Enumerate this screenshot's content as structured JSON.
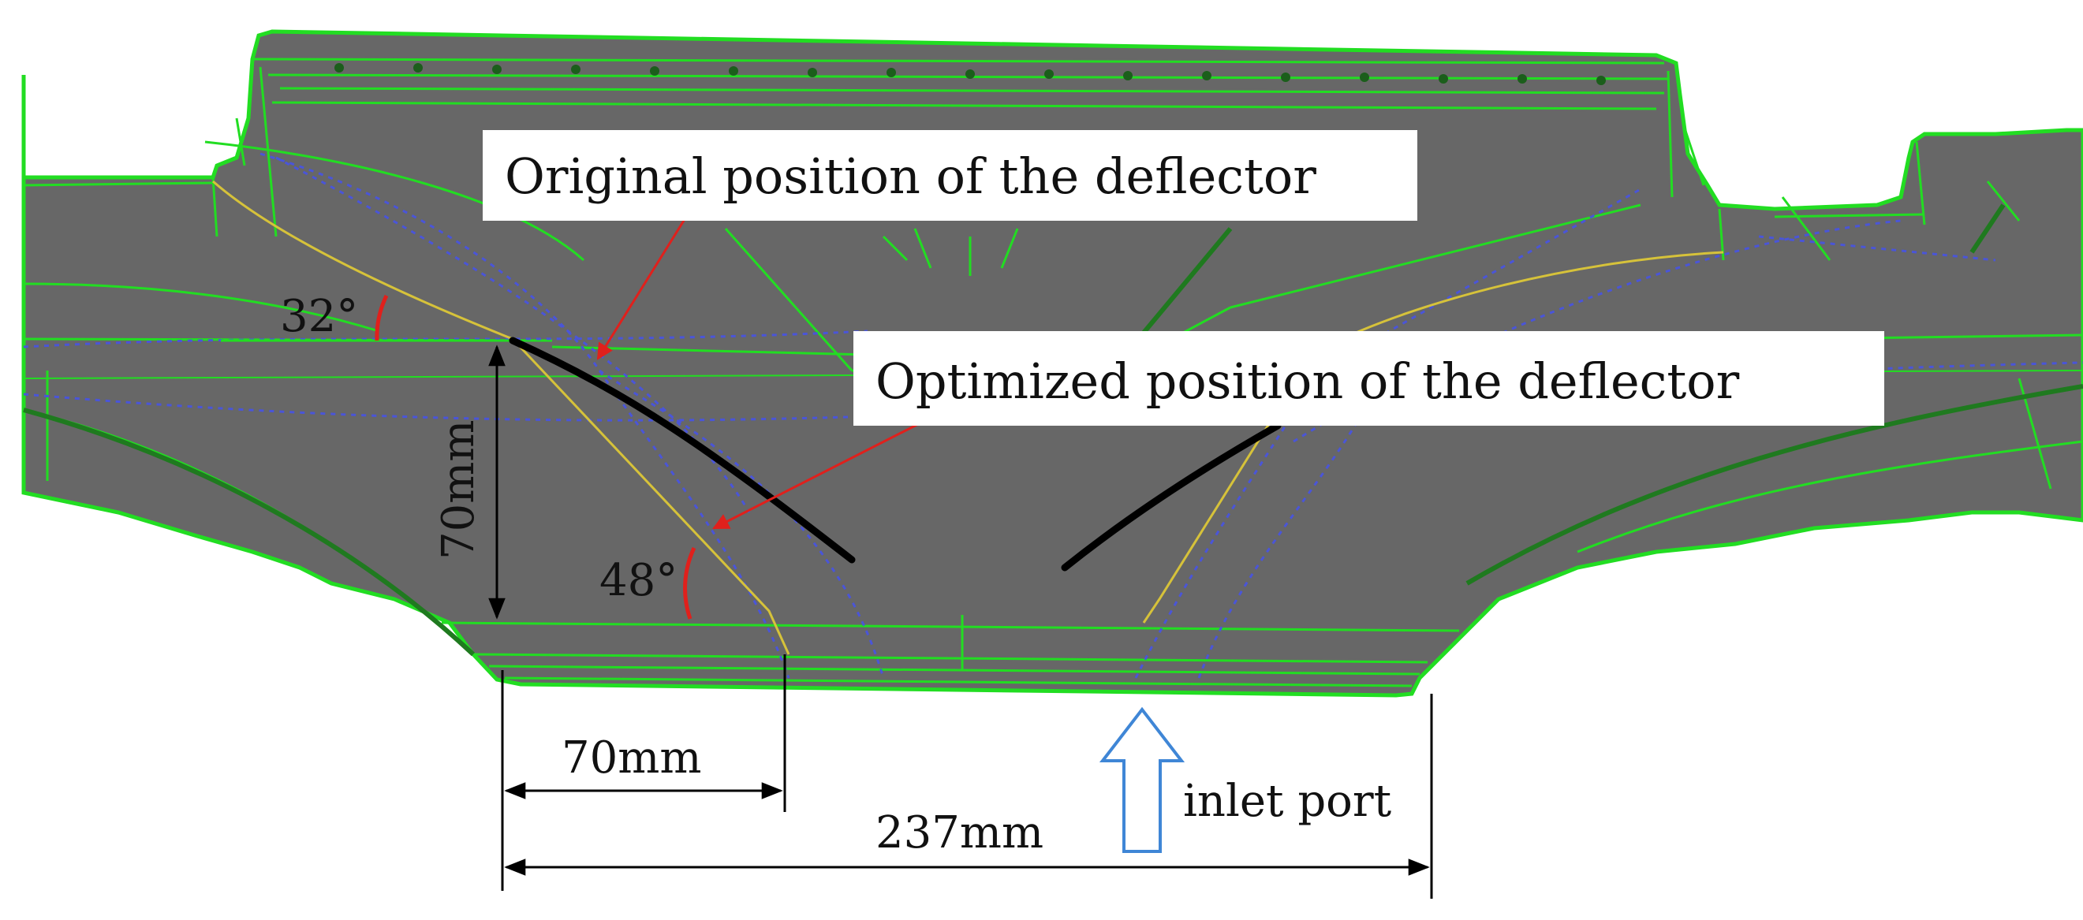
{
  "annotations": {
    "original_label": "Original position of the deflector",
    "optimized_label": "Optimized position of the deflector",
    "angle_top": "32°",
    "angle_bottom": "48°",
    "dim_vertical": "70mm",
    "dim_horizontal_short": "70mm",
    "dim_horizontal_long": "237mm",
    "inlet_label": "inlet port"
  },
  "colors": {
    "body": "#676767",
    "mesh": "#22dd22",
    "dark_mesh": "#1f7a1f",
    "yellow": "#d6c23a",
    "dotted": "#4a55d8",
    "deflector": "#000000",
    "pointer": "#e0201c",
    "inlet_arrow": "#3f86d6"
  }
}
